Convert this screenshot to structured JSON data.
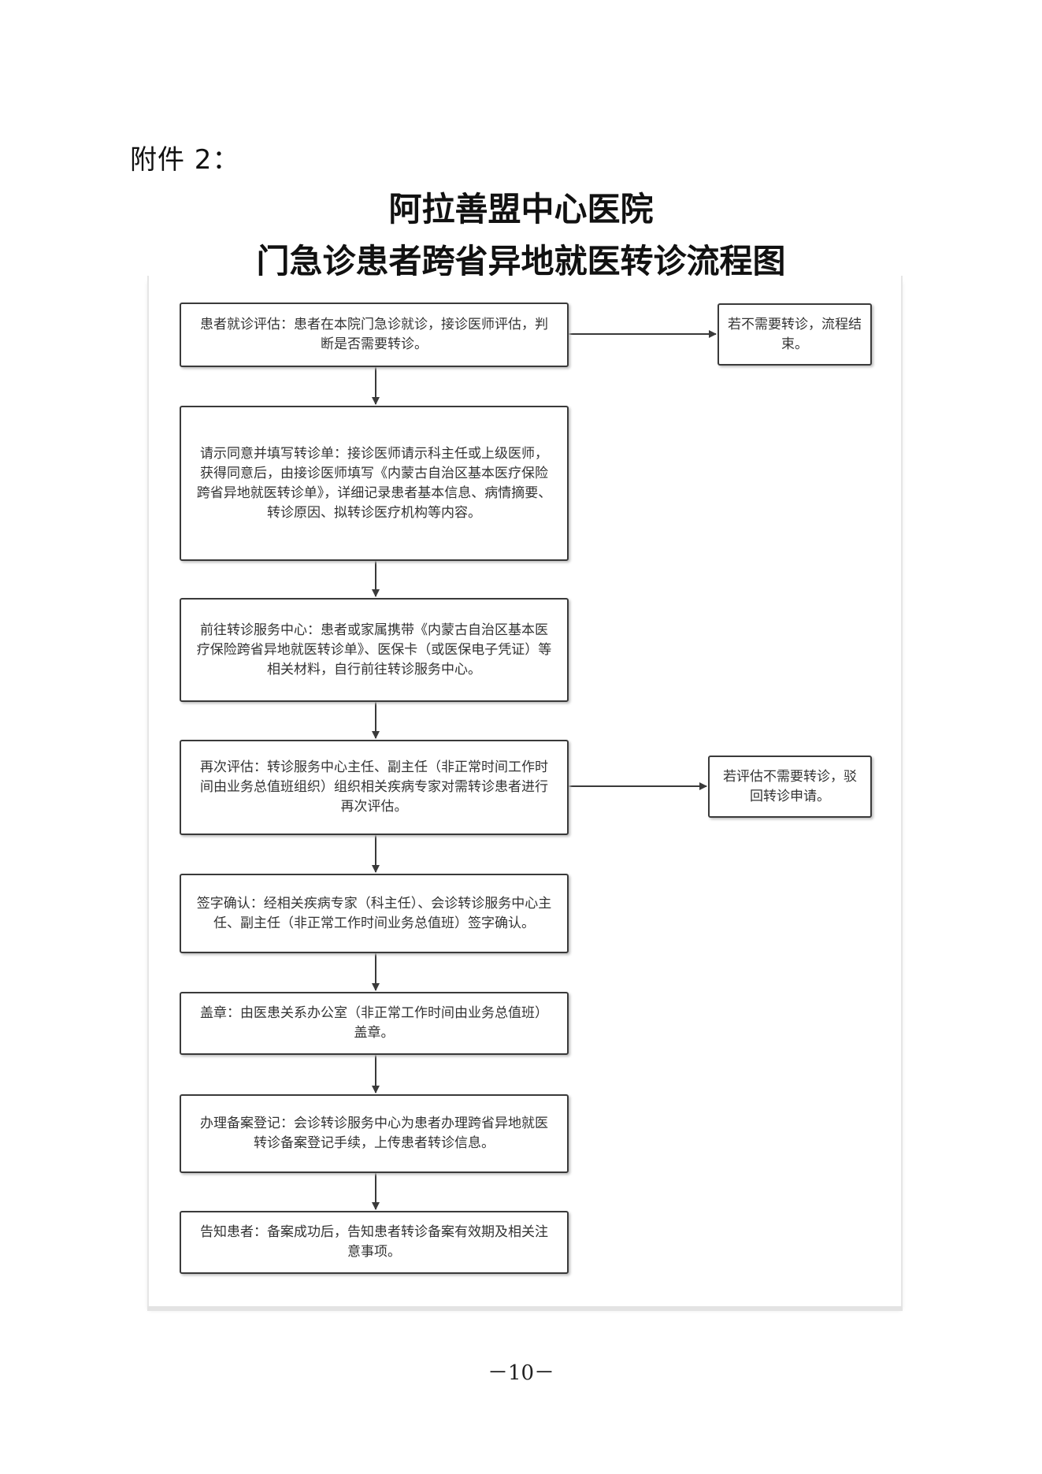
{
  "attachment_label": "附件 2：",
  "title_line1": "阿拉善盟中心医院",
  "title_line2": "门急诊患者跨省异地就医转诊流程图",
  "steps": [
    {
      "text": "患者就诊评估：患者在本院门急诊就诊，接诊医师评估，判断是否需要转诊。"
    },
    {
      "text": "请示同意并填写转诊单：接诊医师请示科主任或上级医师，获得同意后，由接诊医师填写《内蒙古自治区基本医疗保险跨省异地就医转诊单》，详细记录患者基本信息、病情摘要、转诊原因、拟转诊医疗机构等内容。"
    },
    {
      "text": "前往转诊服务中心：患者或家属携带《内蒙古自治区基本医疗保险跨省异地就医转诊单》、医保卡（或医保电子凭证）等相关材料，自行前往转诊服务中心。"
    },
    {
      "text": "再次评估：转诊服务中心主任、副主任（非正常时间工作时间由业务总值班组织）组织相关疾病专家对需转诊患者进行再次评估。"
    },
    {
      "text": "签字确认：经相关疾病专家（科主任）、会诊转诊服务中心主任、副主任（非正常工作时间业务总值班）签字确认。"
    },
    {
      "text": "盖章：由医患关系办公室（非正常工作时间由业务总值班）盖章。"
    },
    {
      "text": "办理备案登记：会诊转诊服务中心为患者办理跨省异地就医转诊备案登记手续，上传患者转诊信息。"
    },
    {
      "text": "告知患者：备案成功后，告知患者转诊备案有效期及相关注意事项。"
    }
  ],
  "side_outcomes": [
    {
      "text": "若不需要转诊，流程结束。"
    },
    {
      "text": "若评估不需要转诊，驳回转诊申请。"
    }
  ],
  "page_number": "－10－",
  "colors": {
    "box_border": "#3a3a3a",
    "arrow": "#3a3a3a",
    "text": "#333333"
  }
}
